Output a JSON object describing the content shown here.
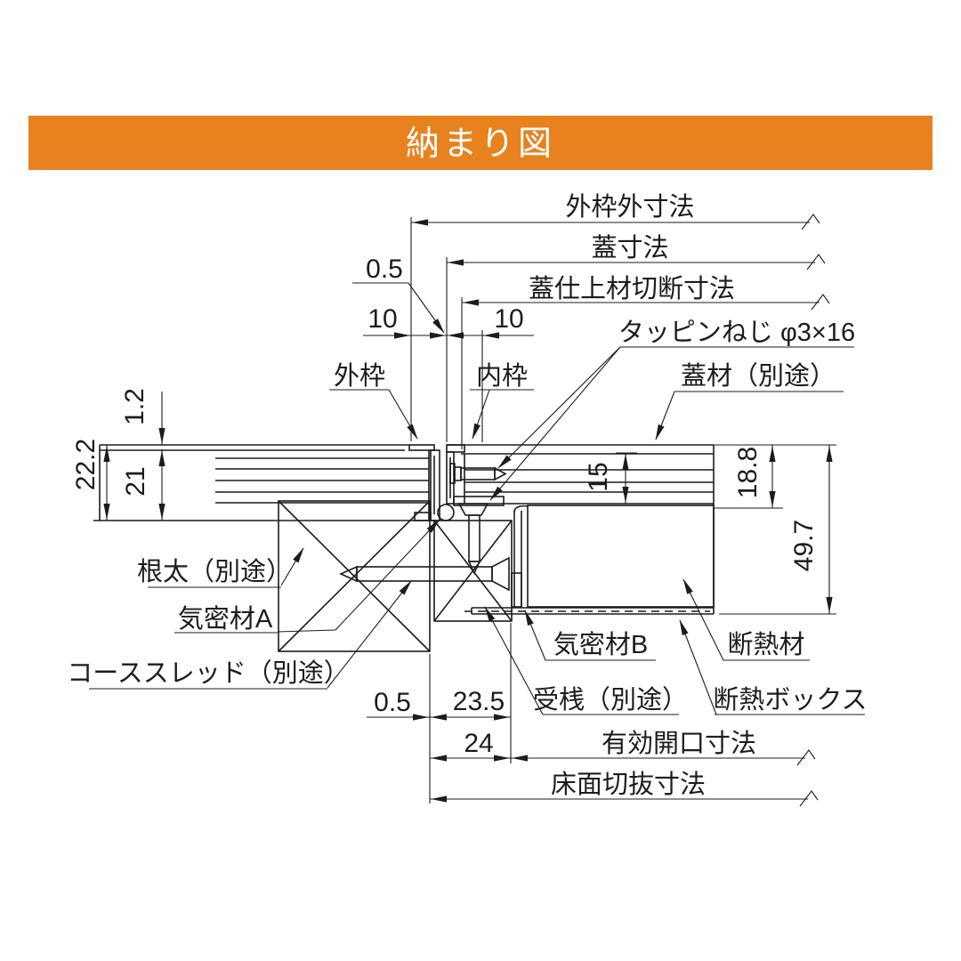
{
  "title": "納まり図",
  "colors": {
    "accent": "#E8821E",
    "line": "#1c1c1c"
  },
  "dims_top": {
    "outer_frame": "外枠外寸法",
    "lid": "蓋寸法",
    "lid_finish_cut": "蓋仕上材切断寸法",
    "gap": "0.5",
    "left_offset": "10",
    "right_offset": "10"
  },
  "labels": {
    "tapping_screw": "タッピンねじ φ3×16",
    "outer_frame": "外枠",
    "inner_frame": "内枠",
    "lid_material": "蓋材（別途）",
    "joist": "根太（別途）",
    "gasket_a": "気密材A",
    "coarse_thread": "コーススレッド（別途）",
    "gasket_b": "気密材B",
    "insulation": "断熱材",
    "support_rail": "受桟（別途）",
    "insulation_box": "断熱ボックス"
  },
  "dims_left": {
    "finish": "1.2",
    "total": "22.2",
    "board": "21"
  },
  "dims_right": {
    "lid_board": "15",
    "lid_total": "18.8",
    "depth": "49.7"
  },
  "dims_bottom": {
    "gap": "0.5",
    "rail_width": "23.5",
    "rail_total": "24",
    "effective_opening": "有効開口寸法",
    "floor_cutout": "床面切抜寸法"
  }
}
